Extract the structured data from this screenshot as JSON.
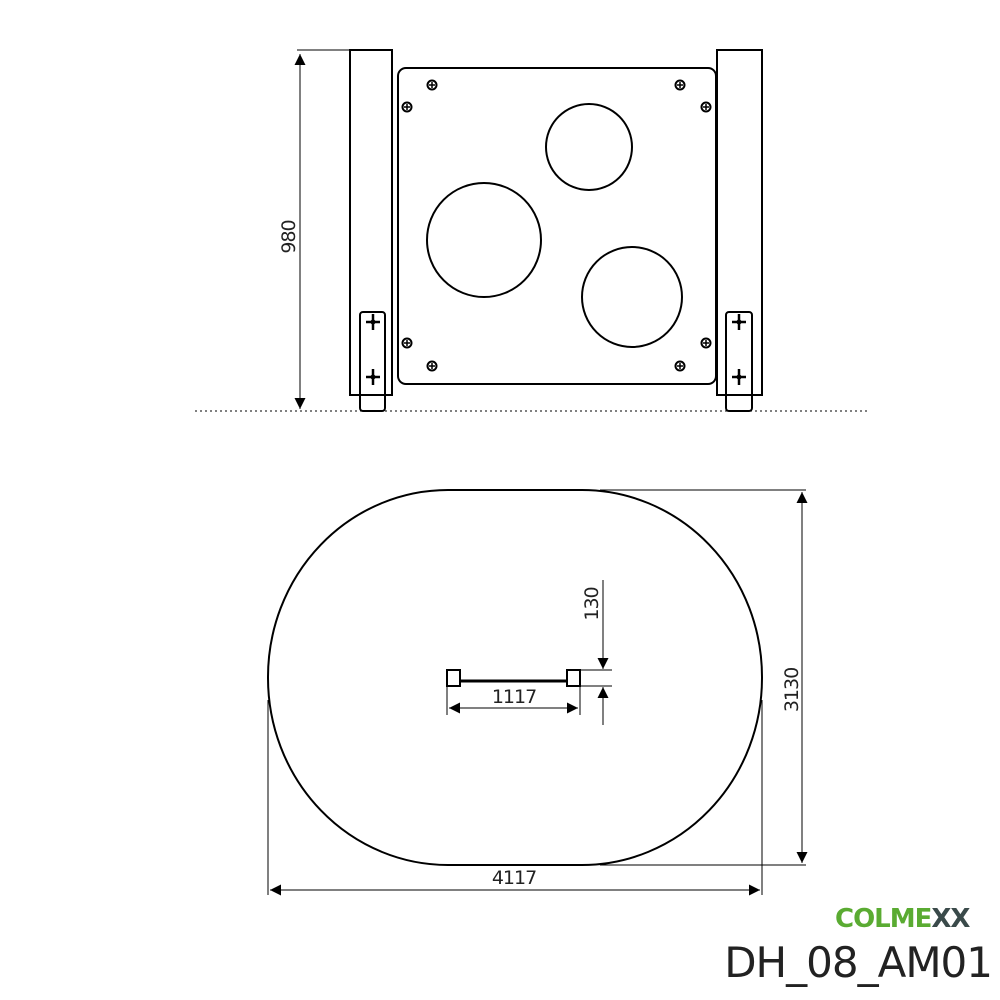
{
  "dimensions": {
    "height_front": "980",
    "plan_width": "4117",
    "plan_depth": "3130",
    "item_width": "1117",
    "item_depth": "130"
  },
  "brand": {
    "name_green": "COLME",
    "name_dark": "XX",
    "green": "#5aab32",
    "dark": "#3a4a4a"
  },
  "product_code": "DH_08_AM01"
}
